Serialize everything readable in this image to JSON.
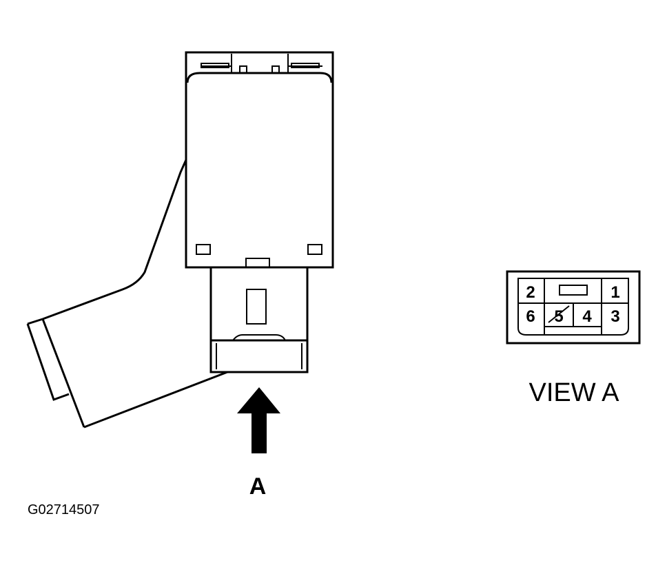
{
  "view_label": "VIEW A",
  "arrow_label": "A",
  "figure_code": "G02714507",
  "pins": [
    "2",
    "1",
    "6",
    "5",
    "4",
    "3"
  ]
}
